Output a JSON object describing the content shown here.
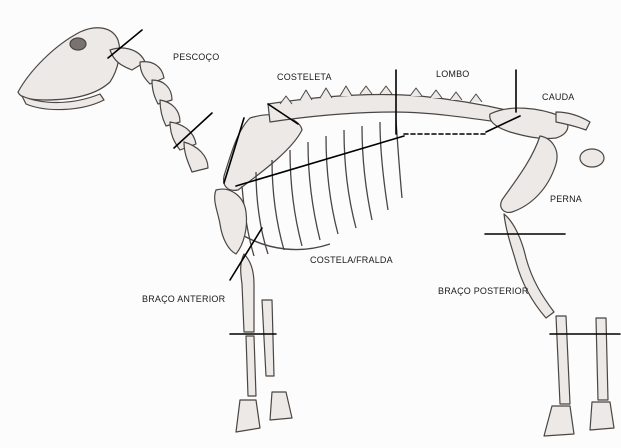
{
  "labels": {
    "pescoco": "PESCOÇO",
    "costeleta": "COSTELETA",
    "lombo": "LOMBO",
    "cauda": "CAUDA",
    "perna": "PERNA",
    "costela_fralda": "COSTELA/FRALDA",
    "braco_anterior": "BRAÇO ANTERIOR",
    "braco_posterior": "BRAÇO POSTERIOR"
  },
  "colors": {
    "bone_fill": "#ece9e6",
    "bone_stroke": "#4a4644",
    "cut_line": "#000000"
  }
}
